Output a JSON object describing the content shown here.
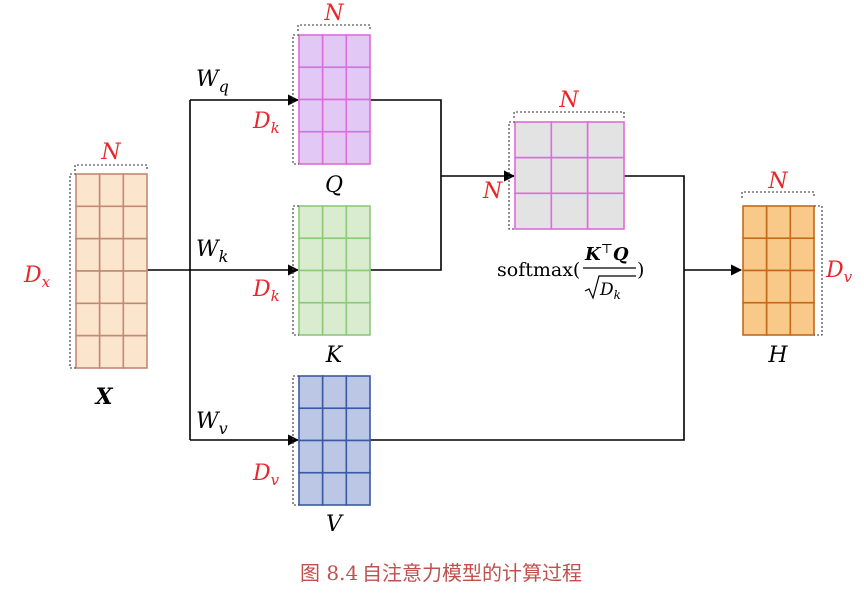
{
  "matrices": {
    "x": {
      "label": "X",
      "rows_label": "D",
      "rows_sub": "x",
      "cols_label": "N",
      "fill": "#fce5cd",
      "stroke": "#c08a73",
      "rows": 6,
      "cols": 3
    },
    "q": {
      "label": "Q",
      "rows_label": "D",
      "rows_sub": "k",
      "cols_label": "N",
      "fill": "#e2c8f4",
      "stroke": "#e06bdb",
      "rows": 4,
      "cols": 3
    },
    "k": {
      "label": "K",
      "rows_label": "D",
      "rows_sub": "k",
      "fill": "#d9ecd0",
      "stroke": "#8ec97b",
      "rows": 4,
      "cols": 3
    },
    "v": {
      "label": "V",
      "rows_label": "D",
      "rows_sub": "v",
      "fill": "#bcc7e6",
      "stroke": "#3b5aa3",
      "rows": 4,
      "cols": 3
    },
    "a": {
      "rows_label": "N",
      "cols_label": "N",
      "fill": "#e3e3e3",
      "stroke": "#e06bdb",
      "rows": 3,
      "cols": 3
    },
    "h": {
      "label": "H",
      "rows_label": "D",
      "rows_sub": "v",
      "cols_label": "N",
      "fill": "#f9c98a",
      "stroke": "#c46a1b",
      "rows": 4,
      "cols": 3
    }
  },
  "weights": {
    "wq": {
      "main": "W",
      "sub": "q"
    },
    "wk": {
      "main": "W",
      "sub": "k"
    },
    "wv": {
      "main": "W",
      "sub": "v"
    }
  },
  "formula": {
    "func": "softmax(",
    "num_k": "K",
    "num_t": "⊤",
    "num_q": "Q",
    "den_d": "D",
    "den_sub": "k",
    "close": ")"
  },
  "caption": {
    "label": "图 8.4",
    "text": "自注意力模型的计算过程"
  },
  "colors": {
    "red_label": "#e8272a",
    "line": "#000000",
    "caption": "#c0504d",
    "bracket": "#333333"
  }
}
